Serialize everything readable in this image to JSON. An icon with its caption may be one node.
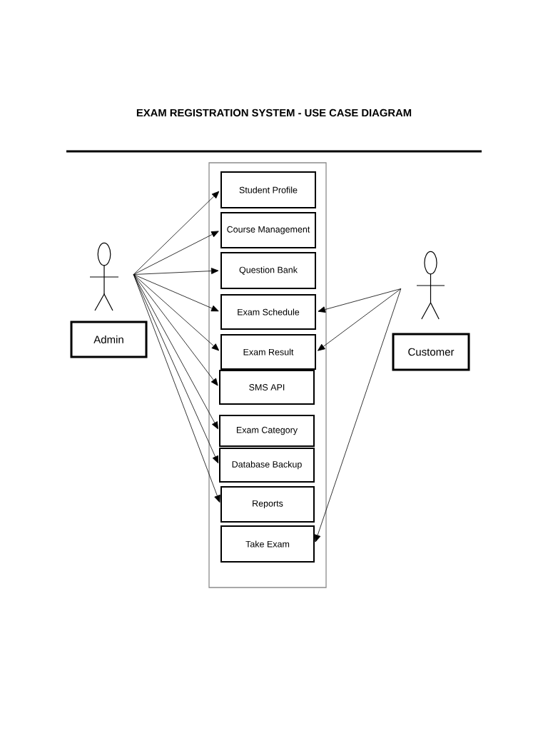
{
  "diagram": {
    "title": "EXAM REGISTRATION SYSTEM - USE CASE DIAGRAM",
    "nodes": [
      {
        "text": [],
        "shape": "person"
      },
      {
        "text": [
          "Admin"
        ]
      },
      {
        "text": [],
        "shape": "box"
      },
      {
        "text": [
          "Student Profile"
        ],
        "in": 2
      },
      {
        "text": [
          "Course Management"
        ],
        "in": 2
      },
      {
        "text": [
          "Question Bank"
        ],
        "in": 2
      },
      {
        "text": [
          "Exam Schedule"
        ],
        "in": 2
      },
      {
        "text": [
          "Exam Result"
        ],
        "in": 2
      },
      {
        "text": [
          "SMS API"
        ],
        "in": 2
      },
      {
        "text": [
          "Exam Category"
        ],
        "in": 2
      },
      {
        "text": [
          "Database Backup"
        ],
        "in": 2
      },
      {
        "text": [
          "Reports"
        ],
        "in": 2
      },
      {
        "text": [
          "Take Exam"
        ],
        "in": 2
      },
      {
        "text": [],
        "shape": "person"
      },
      {
        "text": [
          "Customer"
        ]
      }
    ],
    "edges": [
      {
        "from": 0,
        "to": 3,
        "arrow": "to"
      },
      {
        "from": 0,
        "to": 4,
        "arrow": "to"
      },
      {
        "from": 0,
        "to": 5,
        "arrow": "to"
      },
      {
        "from": 0,
        "to": 6,
        "arrow": "to"
      },
      {
        "from": 0,
        "to": 7,
        "arrow": "to"
      },
      {
        "from": 0,
        "to": 8,
        "arrow": "to"
      },
      {
        "from": 0,
        "to": 9,
        "arrow": "to"
      },
      {
        "from": 0,
        "to": 10,
        "arrow": "to"
      },
      {
        "from": 0,
        "to": 11,
        "arrow": "to"
      },
      {
        "from": 13,
        "to": 6,
        "arrow": "to"
      },
      {
        "from": 13,
        "to": 7,
        "arrow": "to"
      },
      {
        "from": 13,
        "to": 12,
        "arrow": "to"
      }
    ]
  }
}
